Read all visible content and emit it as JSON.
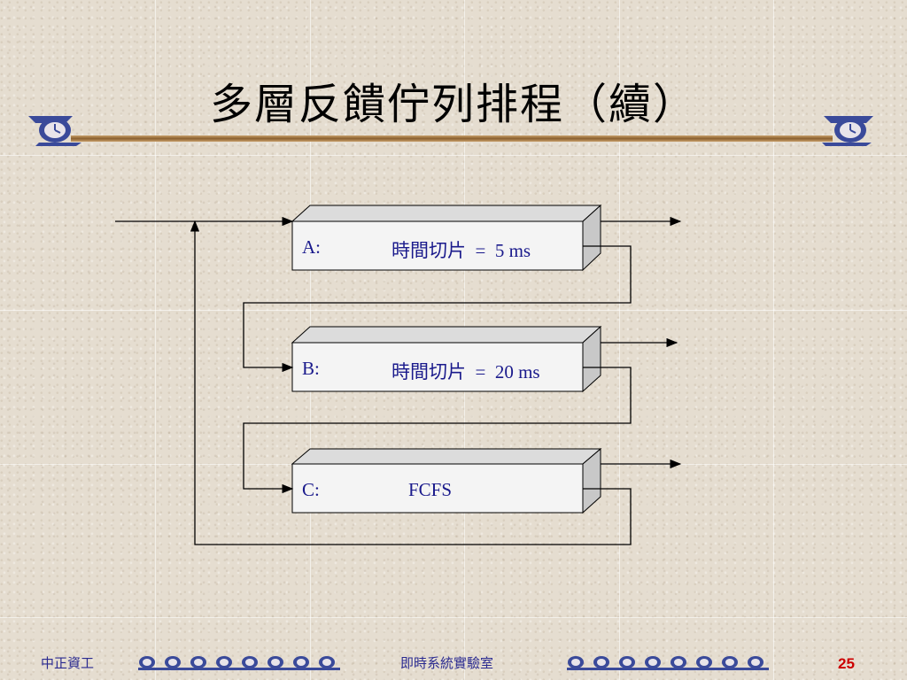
{
  "title": "多層反饋佇列排程（續）",
  "queues": [
    {
      "label": "A:",
      "quantum": "時間切片  =  5 ms"
    },
    {
      "label": "B:",
      "quantum": "時間切片  =  20 ms"
    },
    {
      "label": "C:",
      "quantum": "FCFS"
    }
  ],
  "footer": {
    "left": "中正資工",
    "middle": "即時系統實驗室",
    "page_number": "25"
  },
  "colors": {
    "text": "#1a1a8c",
    "footer_text": "#2a2a90",
    "page_number": "#cc0000",
    "title_bar": "#a07a4a",
    "logo": "#3a4a9a"
  },
  "icons": [
    "clock-logo-icon",
    "decorative-wave-icon"
  ]
}
